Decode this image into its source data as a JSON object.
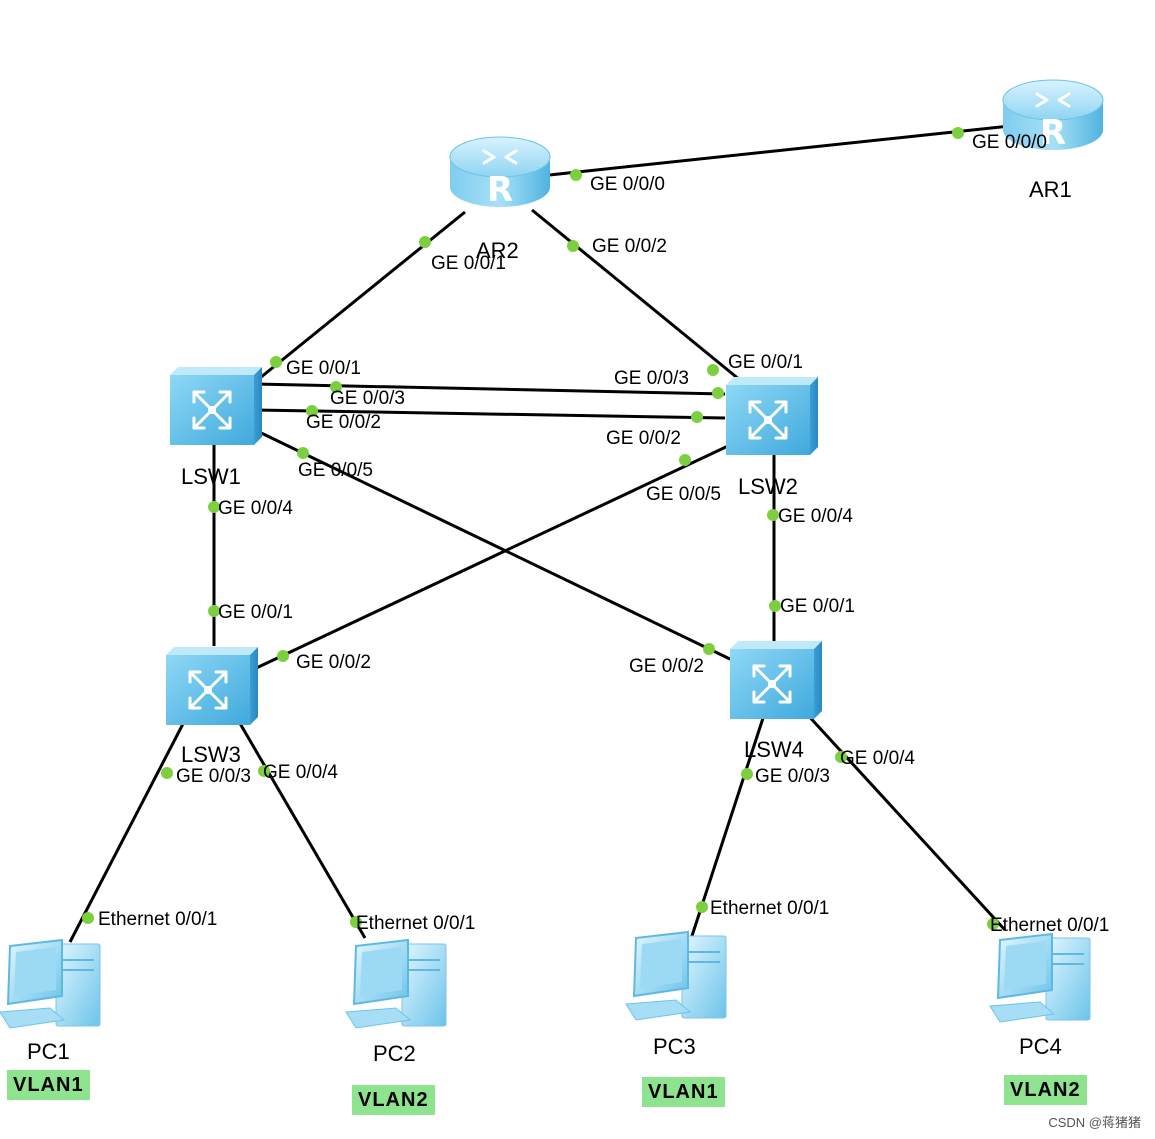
{
  "devices": {
    "ar1": {
      "name": "AR1",
      "type": "router-icon"
    },
    "ar2": {
      "name": "AR2",
      "type": "router-icon"
    },
    "lsw1": {
      "name": "LSW1",
      "type": "switch-icon"
    },
    "lsw2": {
      "name": "LSW2",
      "type": "switch-icon"
    },
    "lsw3": {
      "name": "LSW3",
      "type": "switch-icon"
    },
    "lsw4": {
      "name": "LSW4",
      "type": "switch-icon"
    },
    "pc1": {
      "name": "PC1",
      "type": "pc-icon",
      "vlan": "VLAN1"
    },
    "pc2": {
      "name": "PC2",
      "type": "pc-icon",
      "vlan": "VLAN2"
    },
    "pc3": {
      "name": "PC3",
      "type": "pc-icon",
      "vlan": "VLAN1"
    },
    "pc4": {
      "name": "PC4",
      "type": "pc-icon",
      "vlan": "VLAN2"
    }
  },
  "links": [
    {
      "from": "AR2",
      "from_port": "GE 0/0/0",
      "to": "AR1",
      "to_port": "GE 0/0/0"
    },
    {
      "from": "AR2",
      "from_port": "GE 0/0/1",
      "to": "LSW1",
      "to_port": "GE 0/0/1"
    },
    {
      "from": "AR2",
      "from_port": "GE 0/0/2",
      "to": "LSW2",
      "to_port": "GE 0/0/1"
    },
    {
      "from": "LSW1",
      "from_port": "GE 0/0/3",
      "to": "LSW2",
      "to_port": "GE 0/0/3"
    },
    {
      "from": "LSW1",
      "from_port": "GE 0/0/2",
      "to": "LSW2",
      "to_port": "GE 0/0/2"
    },
    {
      "from": "LSW1",
      "from_port": "GE 0/0/5",
      "to": "LSW4",
      "to_port": "GE 0/0/2"
    },
    {
      "from": "LSW2",
      "from_port": "GE 0/0/5",
      "to": "LSW3",
      "to_port": "GE 0/0/2"
    },
    {
      "from": "LSW1",
      "from_port": "GE 0/0/4",
      "to": "LSW3",
      "to_port": "GE 0/0/1"
    },
    {
      "from": "LSW2",
      "from_port": "GE 0/0/4",
      "to": "LSW4",
      "to_port": "GE 0/0/1"
    },
    {
      "from": "LSW3",
      "from_port": "GE 0/0/3",
      "to": "PC1",
      "to_port": "Ethernet 0/0/1"
    },
    {
      "from": "LSW3",
      "from_port": "GE 0/0/4",
      "to": "PC2",
      "to_port": "Ethernet 0/0/1"
    },
    {
      "from": "LSW4",
      "from_port": "GE 0/0/3",
      "to": "PC3",
      "to_port": "Ethernet 0/0/1"
    },
    {
      "from": "LSW4",
      "from_port": "GE 0/0/4",
      "to": "PC4",
      "to_port": "Ethernet 0/0/1"
    }
  ],
  "colors": {
    "link": "#000000",
    "port_dot": "#7ccf3f",
    "vlan_badge": "#8ee38e",
    "device_blue": "#6cc8ec"
  },
  "watermark": "CSDN @蒋猪猪"
}
